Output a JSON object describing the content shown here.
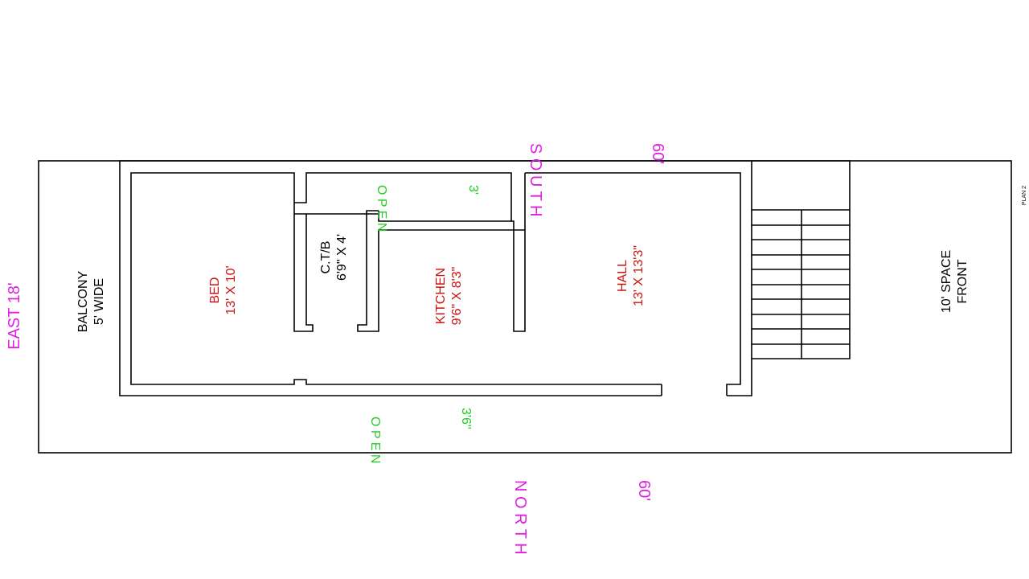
{
  "colors": {
    "direction": "#e020e0",
    "room": "#cc1111",
    "open": "#22cc22",
    "note": "#000000",
    "wall": "#000000"
  },
  "directions": {
    "south_label": "S O U T H",
    "south_dim": "60'",
    "north_label": "N O R T H",
    "north_dim": "60'",
    "east_label": "EAST 18'"
  },
  "rooms": {
    "bed_name": "BED",
    "bed_size": "13' X 10'",
    "ctb_name": "C.T/B",
    "ctb_size": "6'9\" X 4'",
    "kitchen_name": "KITCHEN",
    "kitchen_size": "9'6\" X 8'3\"",
    "hall_name": "HALL",
    "hall_size": "13' X 13'3\""
  },
  "open_spaces": {
    "top_label": "O P E N",
    "top_dim": "3'",
    "bottom_label": "O P E N",
    "bottom_dim": "3'6\""
  },
  "notes": {
    "balcony_line1": "BALCONY",
    "balcony_line2": "5' WIDE",
    "front_line1": "10' SPACE",
    "front_line2": "FRONT",
    "plan_tag": "PLAN 2"
  }
}
